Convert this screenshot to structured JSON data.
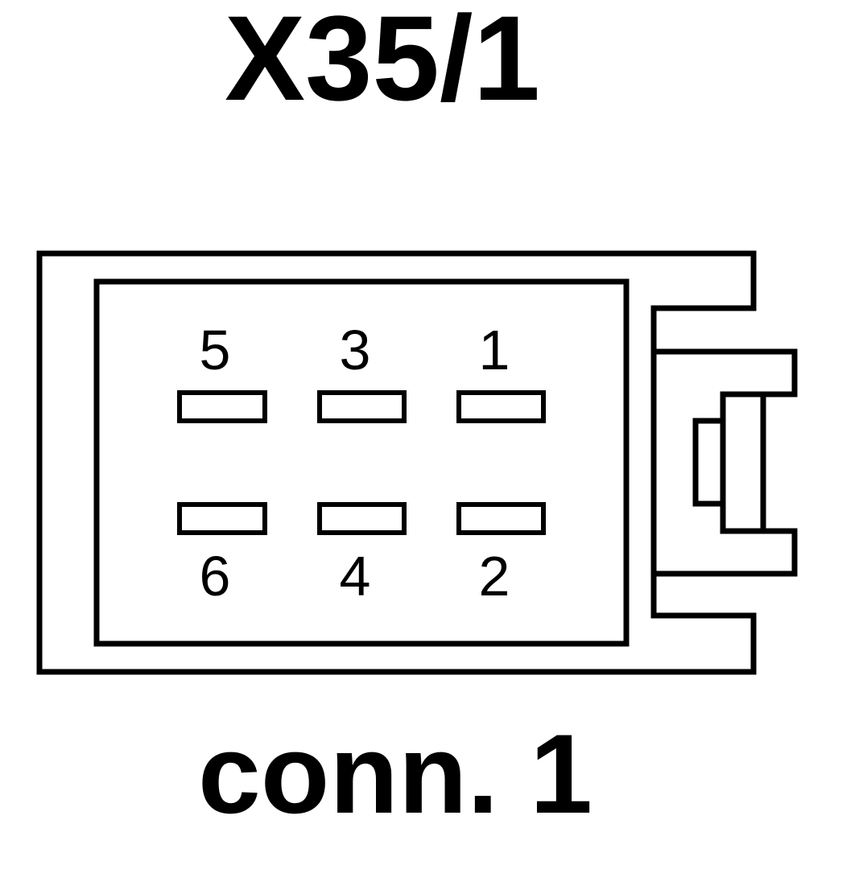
{
  "connector": {
    "id_label": "X35/1",
    "name_label": "conn. 1",
    "pins": [
      {
        "number": "5",
        "row": "top",
        "column": 1
      },
      {
        "number": "3",
        "row": "top",
        "column": 2
      },
      {
        "number": "1",
        "row": "top",
        "column": 3
      },
      {
        "number": "6",
        "row": "bottom",
        "column": 1
      },
      {
        "number": "4",
        "row": "bottom",
        "column": 2
      },
      {
        "number": "2",
        "row": "bottom",
        "column": 3
      }
    ]
  },
  "colors": {
    "line": "#000000",
    "background": "#ffffff"
  }
}
